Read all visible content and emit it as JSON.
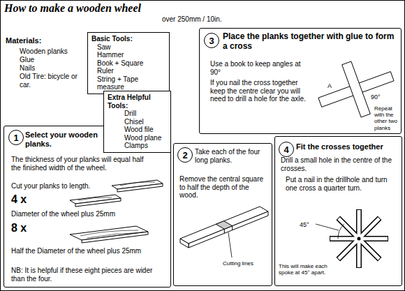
{
  "diagram": {
    "title": "How to make a wooden wheel",
    "nodes": [
      {
        "text": [
          "Basic Tools:",
          "Saw",
          "Hammer",
          "Book + Square",
          "Ruler",
          "String + Tape measure"
        ]
      },
      {
        "text": [
          "Extra Helpful Tools:",
          "Drill",
          "Chisel",
          "Wood file",
          "Wood plane",
          "Clamps"
        ]
      },
      {
        "text": [
          "Place the planks together with glue to form a cross",
          "Use a book to keep angles at 90°",
          "If you nail the cross together keep the centre clear you will need to drill a hole for the axle.",
          "A",
          "90°",
          "Repeat with the other two planks"
        ]
      },
      {
        "text": [
          "3"
        ],
        "in": 2
      },
      {
        "text": [
          "Select your wooden planks.",
          "The thickness of your planks will equal half the finished width of the wheel.",
          "Cut your planks to length.",
          "4 x",
          "Diameter of the wheel plus 25mm",
          "8 x",
          "Half the Diameter of the wheel plus 25mm",
          "NB: It is helpful if these eight pieces are wider than the four."
        ]
      },
      {
        "text": [
          "1"
        ],
        "in": 4
      },
      {
        "text": [
          "Take each of the four long planks.",
          "Remove the central square to half the depth of the wood.",
          "Cutting lines"
        ]
      },
      {
        "text": [
          "2"
        ],
        "in": 6
      },
      {
        "text": [
          "Fit the crosses together",
          "Drill a small hole in the centre of the crosses.",
          "Put a nail in the drillhole and turn one cross a quarter turn.",
          "45°",
          "This will make each spoke at 45° apart."
        ]
      },
      {
        "text": [
          "4"
        ],
        "in": 8
      }
    ],
    "labels": [
      "over 250mm / 10in.",
      "Materials:",
      "Wooden planks",
      "Glue",
      "Nails",
      "Old Tire: bicycle or car."
    ]
  }
}
